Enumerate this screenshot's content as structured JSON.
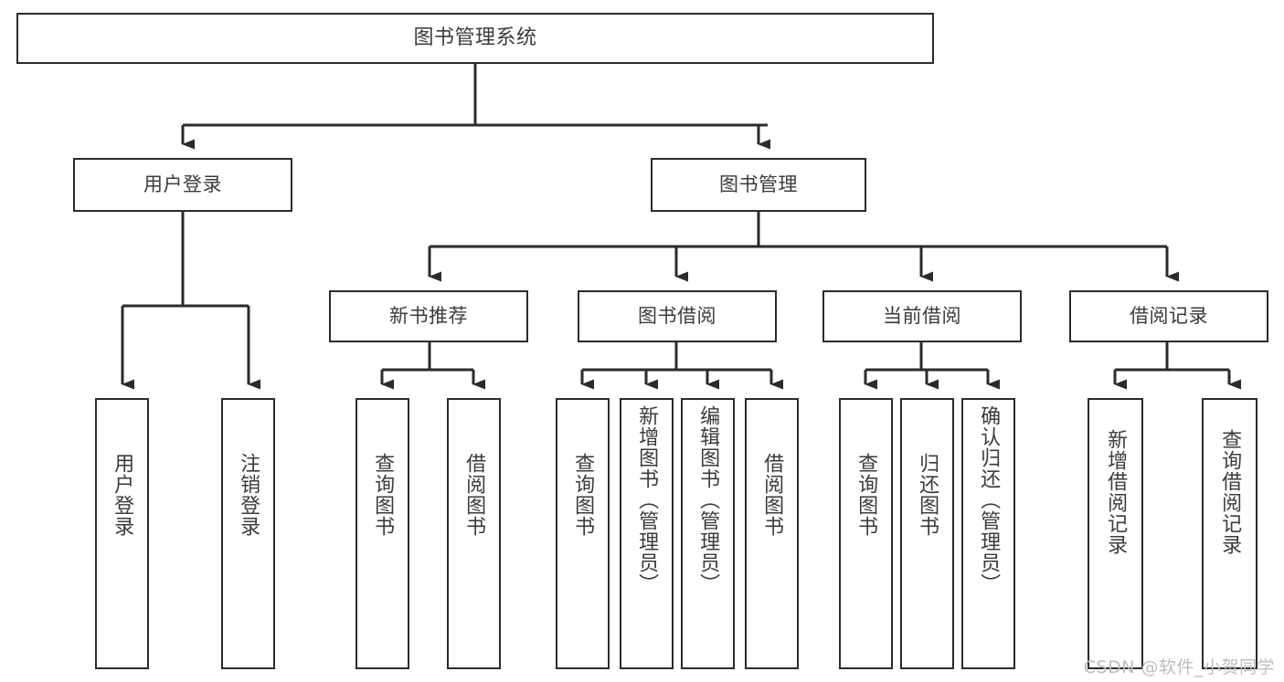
{
  "diagram": {
    "title": "图书管理系统",
    "type": "tree-hierarchy",
    "root": {
      "label": "图书管理系统"
    },
    "level1": [
      {
        "label": "用户登录"
      },
      {
        "label": "图书管理"
      }
    ],
    "level2": [
      {
        "label": "新书推荐",
        "parent": "图书管理"
      },
      {
        "label": "图书借阅",
        "parent": "图书管理"
      },
      {
        "label": "当前借阅",
        "parent": "图书管理"
      },
      {
        "label": "借阅记录",
        "parent": "图书管理"
      }
    ],
    "leaves": [
      {
        "label": "用户登录",
        "parent": "用户登录"
      },
      {
        "label": "注销登录",
        "parent": "用户登录"
      },
      {
        "label": "查询图书",
        "parent": "新书推荐"
      },
      {
        "label": "借阅图书",
        "parent": "新书推荐"
      },
      {
        "label": "查询图书",
        "parent": "图书借阅"
      },
      {
        "label": "新增图书（管理员）",
        "parent": "图书借阅"
      },
      {
        "label": "编辑图书（管理员）",
        "parent": "图书借阅"
      },
      {
        "label": "借阅图书",
        "parent": "图书借阅"
      },
      {
        "label": "查询图书",
        "parent": "当前借阅"
      },
      {
        "label": "归还图书",
        "parent": "当前借阅"
      },
      {
        "label": "确认归还（管理员）",
        "parent": "当前借阅"
      },
      {
        "label": "新增借阅记录",
        "parent": "借阅记录"
      },
      {
        "label": "查询借阅记录",
        "parent": "借阅记录"
      }
    ]
  },
  "watermark": {
    "text": "CSDN @软件_小贺同学"
  },
  "colors": {
    "border": "#2b2b2b",
    "text": "#3b3b3b",
    "background": "#ffffff",
    "wire": "#2b2b2b",
    "watermark": "#bdbdbd"
  }
}
